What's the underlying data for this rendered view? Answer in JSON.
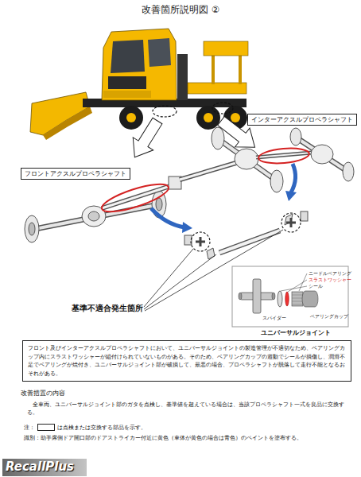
{
  "diagram": {
    "title": "改善箇所説明図 ②",
    "nodes": [
      {
        "text": [
          "インターアクスルプロペラシャフト"
        ]
      },
      {
        "text": [
          "フロントアクスルプロペラシャフト"
        ]
      },
      {
        "text": [
          "フロント及びインターアクスルプロペラシャフトにおいて、ユニバーサルジョイントの製造管理が不適切なため、ベアリングカップ内にスラストワッシャーが組付けられていないものがある。そのため、ベアリングカップの遊動でシールが損傷し、潤滑不足でベアリングが焼付き、ユニバーサルジョイント部が破損して、最悪の場合、プロペラシャフトが脱落して走行不能となるおそれがある。"
        ]
      }
    ],
    "labels": [
      "基準不適合発生箇所",
      "ニードルベアリング",
      "スラストワッシャー",
      "シール",
      "ベアリングカップ",
      "スパイダー",
      "ユニバーサルジョイント",
      "改善措置の内容",
      "全車両、ユニバーサルジョイント部のガタを点検し、基準値を超えている場合は、当該プロペラシャフト一式を良品に交換する。",
      "注：",
      "識別：助手席側ドア開口部のドアストライカー付近に黄色（車体が黄色の場合は青色）のペイントを塗布する。",
      "RecallPlus"
    ],
    "legend": [
      {
        "text": "は点検または交換する部品を示す。"
      }
    ]
  }
}
